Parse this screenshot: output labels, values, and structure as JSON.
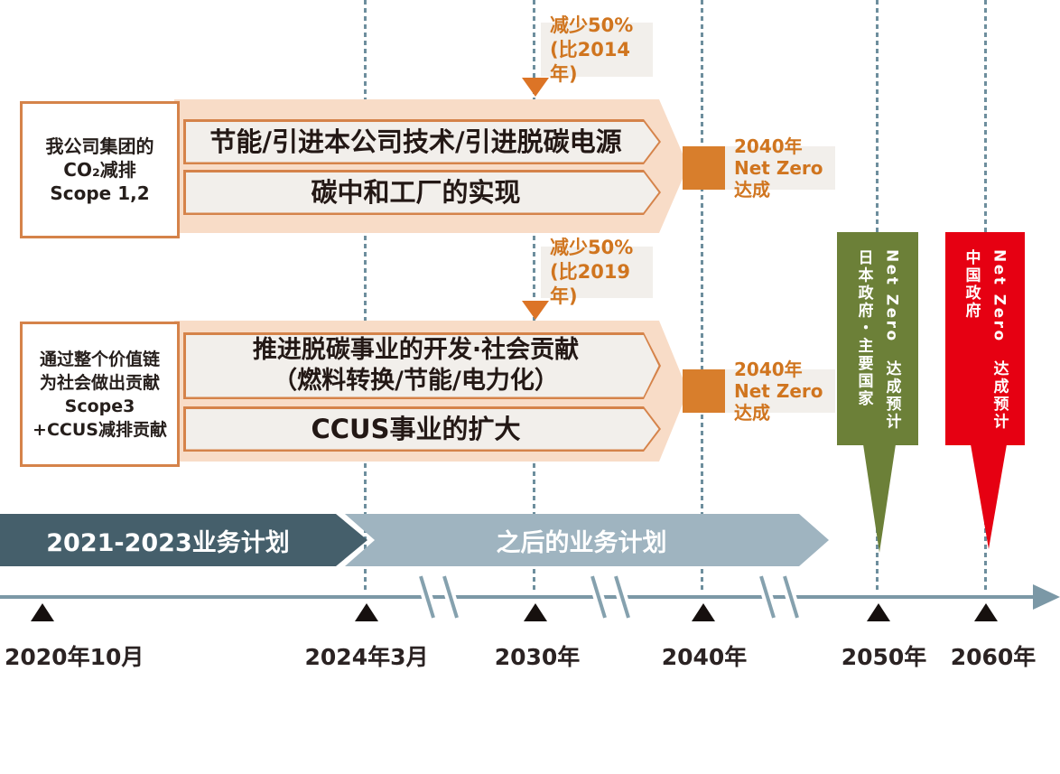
{
  "colors": {
    "peach_band": "#f8dcc7",
    "orange_border": "#d5834a",
    "orange_fill": "#d87e2c",
    "orange_text": "#d0751f",
    "offwhite": "#f2efeb",
    "dark_text": "#231815",
    "plan_dark": "#455f6b",
    "plan_light": "#9fb4c0",
    "axis": "#7b98a6",
    "green_banner": "#6c8038",
    "red_banner": "#e60012"
  },
  "block1": {
    "side_label": {
      "line1": "我公司集团的",
      "line2": "CO₂减排",
      "line3": "Scope 1,2"
    },
    "target": {
      "line1": "减少50%",
      "line2": "(比2014年)"
    },
    "rows": [
      {
        "line1": "节能/引进本公司技术/引进脱碳电源"
      },
      {
        "line1": "碳中和工厂的实现"
      }
    ],
    "milestone": {
      "line1": "2040年",
      "line2": "Net Zero达成"
    }
  },
  "block2": {
    "side_label": {
      "line1": "通过整个价值链",
      "line2": "为社会做出贡献",
      "line3": "Scope3",
      "line4": "+CCUS减排贡献"
    },
    "target": {
      "line1": "减少50%",
      "line2": "(比2019年)"
    },
    "rows": [
      {
        "line1": "推进脱碳事业的开发·社会贡献",
        "line2": "（燃料转换/节能/电力化）"
      },
      {
        "line1": "CCUS事业的扩大"
      }
    ],
    "milestone": {
      "line1": "2040年",
      "line2": "Net Zero达成"
    }
  },
  "banners": [
    {
      "org": "日本政府・主要国家",
      "note": "Net Zero　达成预计"
    },
    {
      "org": "中国政府",
      "note": "Net Zero　达成预计"
    }
  ],
  "plan_bands": [
    {
      "label": "2021-2023业务计划"
    },
    {
      "label": "之后的业务计划"
    }
  ],
  "axis": {
    "ticks": [
      "2020年10月",
      "2024年3月",
      "2030年",
      "2040年",
      "2050年",
      "2060年"
    ]
  }
}
